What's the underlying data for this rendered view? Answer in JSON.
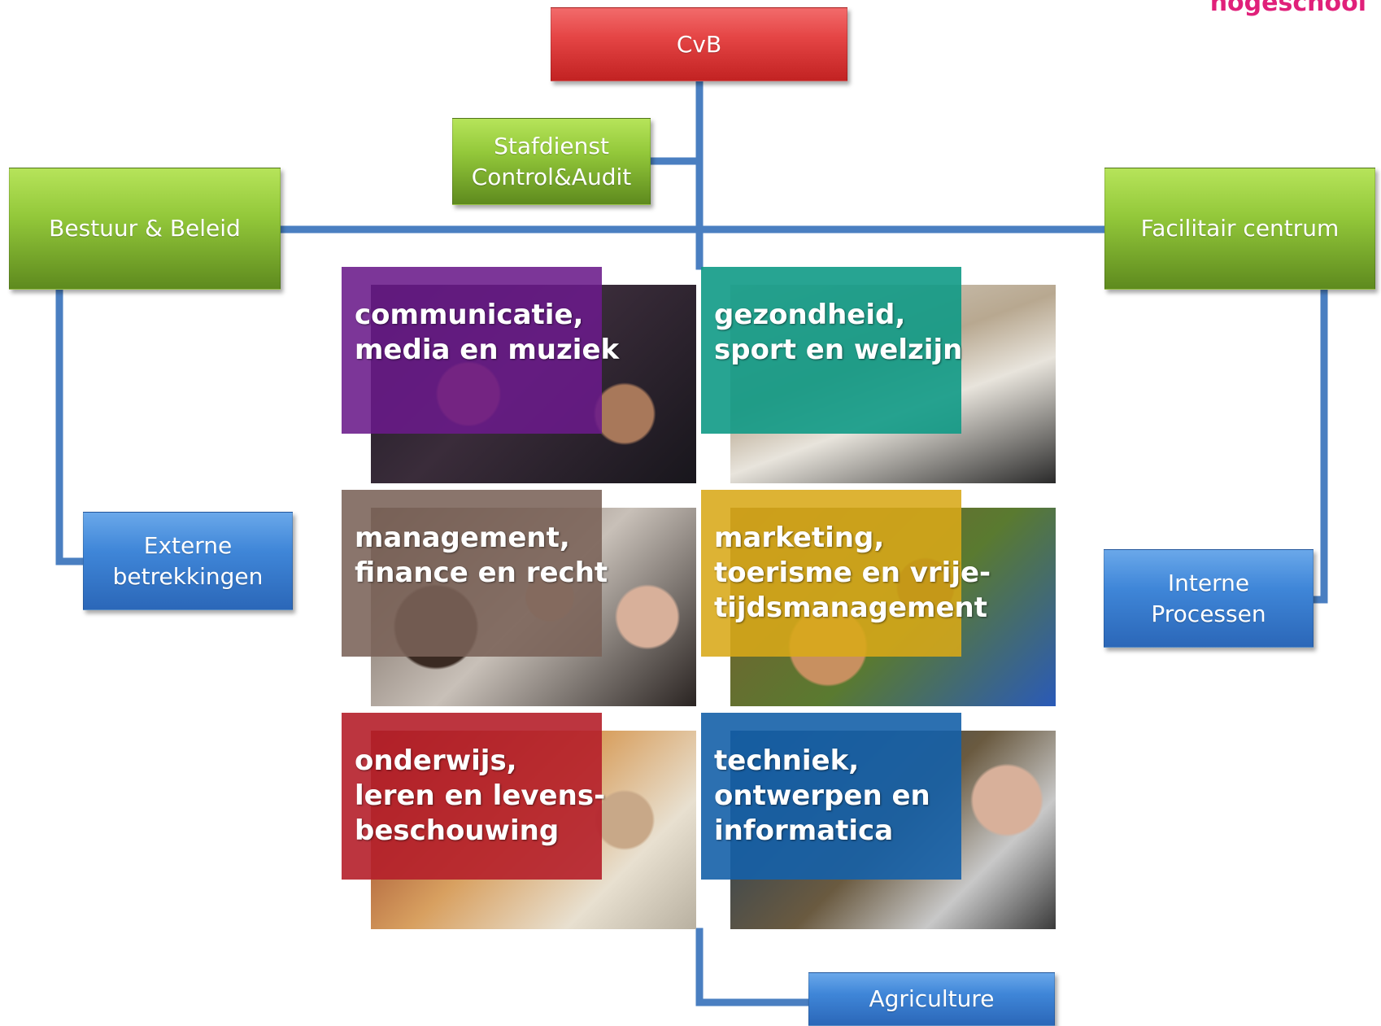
{
  "brand": "hogeschool",
  "colors": {
    "connector": "#4a7fc1",
    "top": "#d93a3a",
    "staff": "#7fb32e",
    "support": "#3a7dd1"
  },
  "nodes": {
    "cvb": "CvB",
    "stafdienst": [
      "Stafdienst",
      "Control&Audit"
    ],
    "bestuur": "Bestuur & Beleid",
    "facilitair": "Facilitair centrum",
    "externe": [
      "Externe",
      "betrekkingen"
    ],
    "interne": [
      "Interne",
      "Processen"
    ],
    "agriculture": "Agriculture"
  },
  "domains": [
    {
      "caption": "communicatie,\nmedia en muziek",
      "color": "#6a1a8a"
    },
    {
      "caption": "gezondheid,\nsport en welzijn",
      "color": "#0f9a86"
    },
    {
      "caption": "management,\nfinance en recht",
      "color": "#7a6258"
    },
    {
      "caption": "marketing,\ntoerisme en vrije-\ntijdsmanagement",
      "color": "#d8a818"
    },
    {
      "caption": "onderwijs,\nleren en levens-\nbeschouwing",
      "color": "#b51f2a"
    },
    {
      "caption": "techniek,\nontwerpen en\ninformatica",
      "color": "#1560a8"
    }
  ]
}
